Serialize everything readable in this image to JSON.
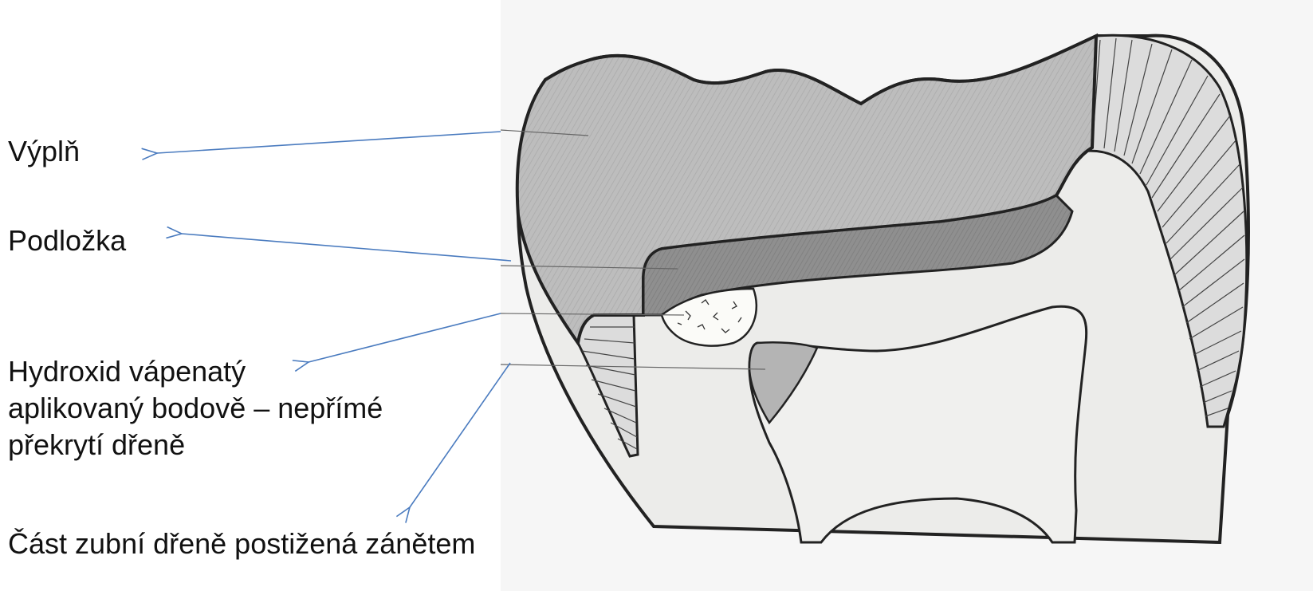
{
  "labels": {
    "filling": "Výplň",
    "base": "Podložka",
    "calcium_hydroxide": [
      "Hydroxid vápenatý",
      "aplikovaný bodově – nepřímé",
      "překrytí dřeně"
    ],
    "inflamed_pulp": "Část zubní dřeně postižená zánětem"
  },
  "colors": {
    "text": "#111111",
    "arrow": "#4a7bbf",
    "outline": "#222222",
    "filling": "#bdbdbd",
    "base": "#8f8f8f",
    "dentin": "#ececea",
    "enamel": "#dcdcdc",
    "pulp": "#f0f0ee",
    "inflamed_pulp": "#b4b4b4",
    "background_panel": "#f6f6f6"
  }
}
